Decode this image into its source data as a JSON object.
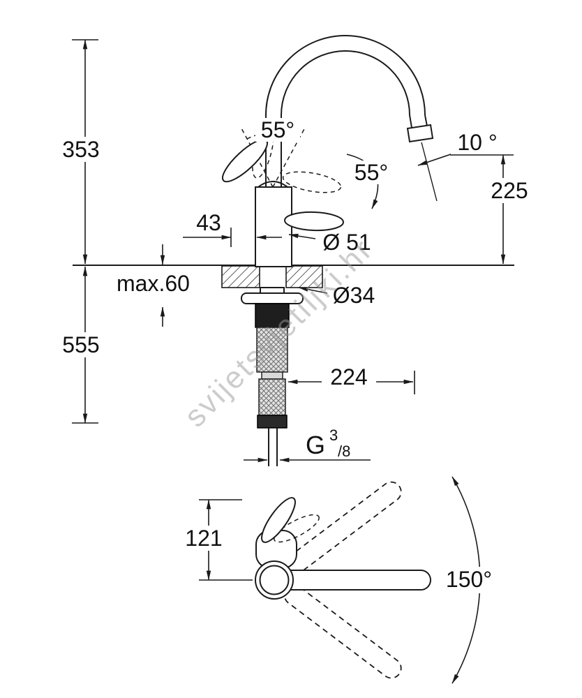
{
  "watermark": "svijetsvjetiljki.hr",
  "colors": {
    "line": "#1a1a1a",
    "watermark": "#9b9b9b"
  },
  "side_view": {
    "height_above_deck": "353",
    "hose_length_below_deck": "555",
    "outlet_height": "225",
    "outlet_angle": "10 °",
    "handle_swivel_top": "55°",
    "handle_swivel_front": "55°",
    "handle_offset": "43",
    "body_diameter": "Ø 51",
    "max_deck_thickness": "max.60",
    "hole_diameter": "Ø34",
    "spout_reach": "224",
    "thread_g": "G",
    "thread_numerator": "3",
    "thread_denominator": "/8"
  },
  "top_view": {
    "handle_height": "121",
    "swivel_angle": "150°"
  }
}
